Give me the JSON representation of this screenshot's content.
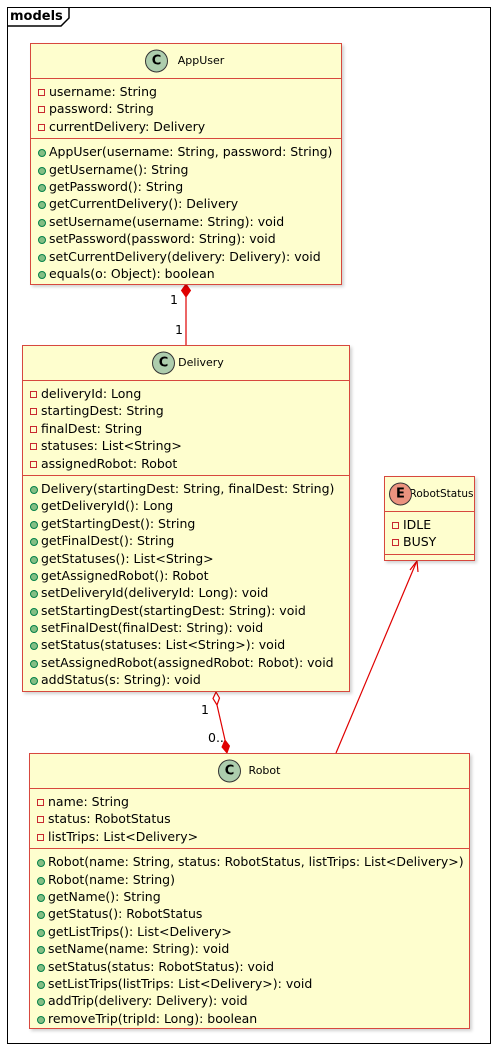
{
  "package": {
    "name": "models"
  },
  "classes": {
    "appuser": {
      "name": "AppUser",
      "stereotype": "C",
      "fields": [
        "username: String",
        "password: String",
        "currentDelivery: Delivery"
      ],
      "methods": [
        "AppUser(username: String, password: String)",
        "getUsername(): String",
        "getPassword(): String",
        "getCurrentDelivery(): Delivery",
        "setUsername(username: String): void",
        "setPassword(password: String): void",
        "setCurrentDelivery(delivery: Delivery): void",
        "equals(o: Object): boolean"
      ]
    },
    "delivery": {
      "name": "Delivery",
      "stereotype": "C",
      "fields": [
        "deliveryId: Long",
        "startingDest: String",
        "finalDest: String",
        "statuses: List<String>",
        "assignedRobot: Robot"
      ],
      "methods": [
        "Delivery(startingDest: String, finalDest: String)",
        "getDeliveryId(): Long",
        "getStartingDest(): String",
        "getFinalDest(): String",
        "getStatuses(): List<String>",
        "getAssignedRobot(): Robot",
        "setDeliveryId(deliveryId: Long): void",
        "setStartingDest(startingDest: String): void",
        "setFinalDest(finalDest: String): void",
        "setStatus(statuses: List<String>): void",
        "setAssignedRobot(assignedRobot: Robot): void",
        "addStatus(s: String): void"
      ]
    },
    "robotstatus": {
      "name": "RobotStatus",
      "stereotype": "E",
      "fields": [
        "IDLE",
        "BUSY"
      ]
    },
    "robot": {
      "name": "Robot",
      "stereotype": "C",
      "fields": [
        "name: String",
        "status: RobotStatus",
        "listTrips: List<Delivery>"
      ],
      "methods": [
        "Robot(name: String, status: RobotStatus, listTrips: List<Delivery>)",
        "Robot(name: String)",
        "getName(): String",
        "getStatus(): RobotStatus",
        "getListTrips(): List<Delivery>",
        "setName(name: String): void",
        "setStatus(status: RobotStatus): void",
        "setListTrips(listTrips: List<Delivery>): void",
        "addTrip(delivery: Delivery): void",
        "removeTrip(tripId: Long): boolean"
      ]
    }
  },
  "relations": {
    "appuser_delivery": {
      "source_mult": "1",
      "target_mult": "1"
    },
    "delivery_robot": {
      "source_mult": "1",
      "target_mult": "0.."
    }
  },
  "colors": {
    "line": "#e00000",
    "border": "#d7483e",
    "fill": "#fefece"
  }
}
